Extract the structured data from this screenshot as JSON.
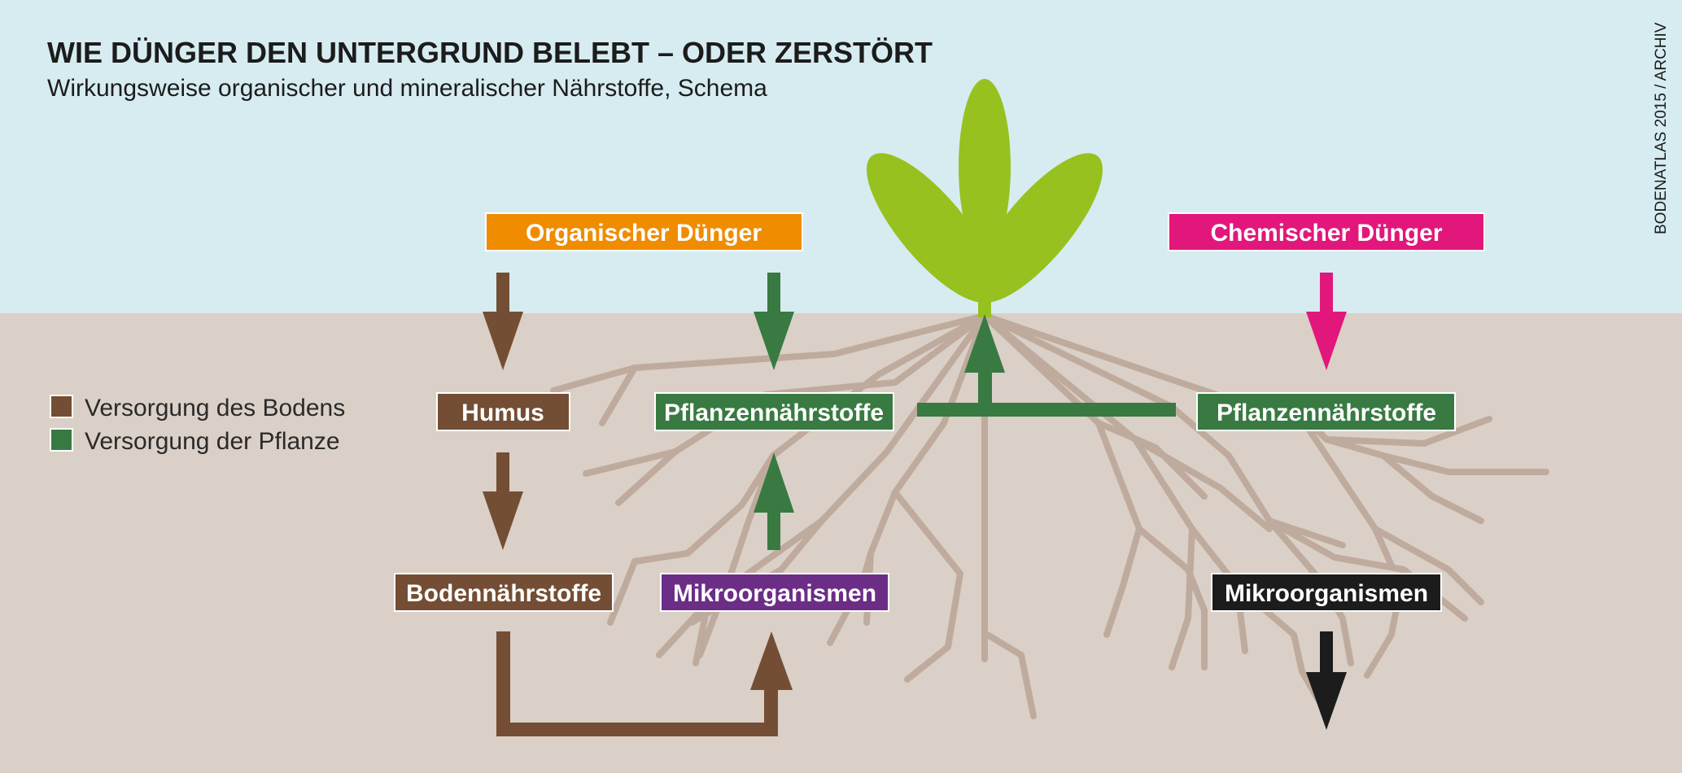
{
  "title": "WIE DÜNGER DEN UNTERGRUND BELEBT – ODER ZERSTÖRT",
  "subtitle": "Wirkungsweise organischer und mineralischer Nährstoffe, Schema",
  "credit": "BODENATLAS 2015 / ARCHIV",
  "legend": {
    "soil": "Versorgung des Bodens",
    "plant": "Versorgung der Pflanze"
  },
  "boxes": {
    "organic_fertilizer": "Organischer Dünger",
    "chemical_fertilizer": "Chemischer Dünger",
    "humus": "Humus",
    "plant_nutrients_left": "Pflanzennährstoffe",
    "plant_nutrients_right": "Pflanzennährstoffe",
    "soil_nutrients": "Bodennährstoffe",
    "microorganisms_left": "Mikroorganismen",
    "microorganisms_right": "Mikroorganismen"
  },
  "colors": {
    "sky": "#d6ecf1",
    "soil": "#dad0c7",
    "roots": "#bfab9d",
    "leaf": "#97c11f",
    "brown": "#734e34",
    "green": "#387a42",
    "orange": "#f08c00",
    "magenta": "#e2177b",
    "purple": "#6b2d86",
    "black": "#1c1c1c"
  }
}
